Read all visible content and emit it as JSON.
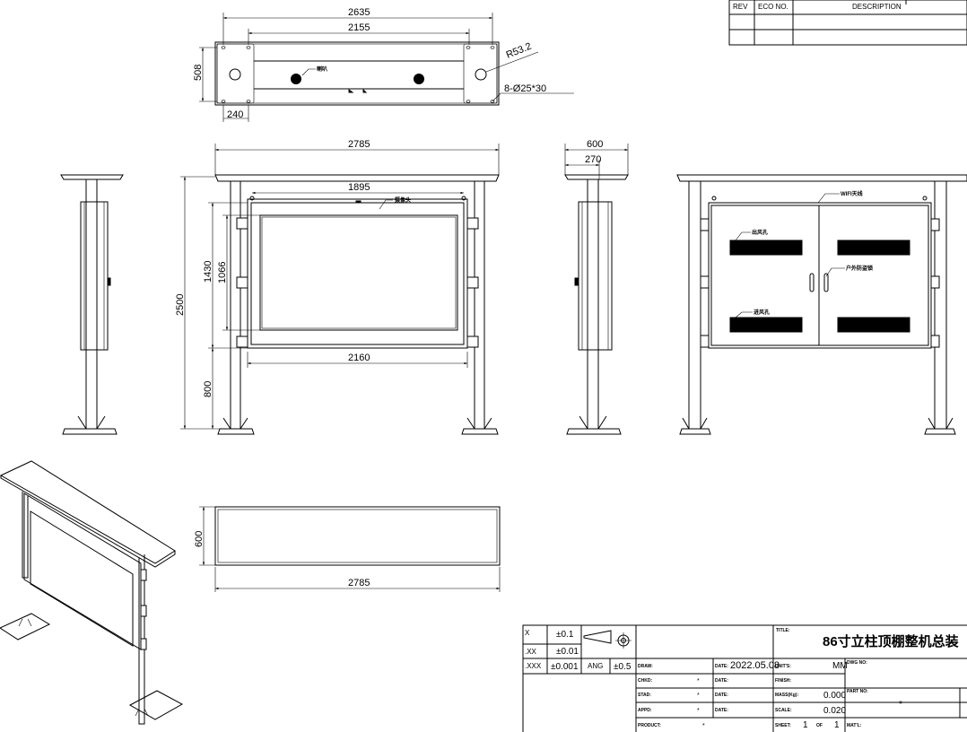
{
  "revision_table": {
    "headers": [
      "REV",
      "ECO NO.",
      "DESCRIPTION"
    ]
  },
  "top_view": {
    "dims": {
      "overall": "2635",
      "holes": "2155",
      "depth": "508",
      "plate": "240"
    },
    "radius": "R53.2",
    "holes_note": "8-Ø25*30",
    "speaker_label": "喇叭"
  },
  "front_view": {
    "dims": {
      "width": "2785",
      "screen_top": "1895",
      "cabinet": "2160",
      "height": "2500",
      "cabinet_h": "1430",
      "screen_h": "1066",
      "ground": "800"
    },
    "camera_label": "摄像头"
  },
  "side_view": {
    "dims": {
      "depth": "600",
      "pole": "270"
    }
  },
  "back_view": {
    "wifi_label": "WIFI天线",
    "outlet_label": "出风孔",
    "inlet_label": "进风孔",
    "lock_label": "户外防盗锁"
  },
  "plan_view": {
    "dims": {
      "depth": "600",
      "width": "2785"
    }
  },
  "title_block": {
    "tol": [
      [
        "X",
        "±0.1"
      ],
      [
        ".XX",
        "±0.01"
      ],
      [
        ".XXX",
        "±0.001"
      ]
    ],
    "ang_label": "ANG",
    "ang_value": "±0.5",
    "title_label": "TITLE:",
    "title": "86寸立柱顶棚整机总装",
    "draw_label": "DRAW:",
    "date_label": "DATE:",
    "date": "2022.05.08",
    "units_label": "UNIT'S:",
    "units": "MM",
    "dwg_label": "DWG NO:",
    "chkd_label": "CHKD:",
    "finish_label": "FINISH:",
    "stad_label": "STAD:",
    "mass_label": "MASS(Kg):",
    "mass": "0.000",
    "part_label": "PART NO:",
    "part_no": "*",
    "appd_label": "APPD:",
    "scale_label": "SCALE:",
    "scale": "0.020",
    "product_label": "PRODUCT:",
    "sheet_label": "SHEET:",
    "sheet": "1",
    "of_label": "OF",
    "of": "1",
    "matl_label": "MAT'L:",
    "star": "*"
  }
}
